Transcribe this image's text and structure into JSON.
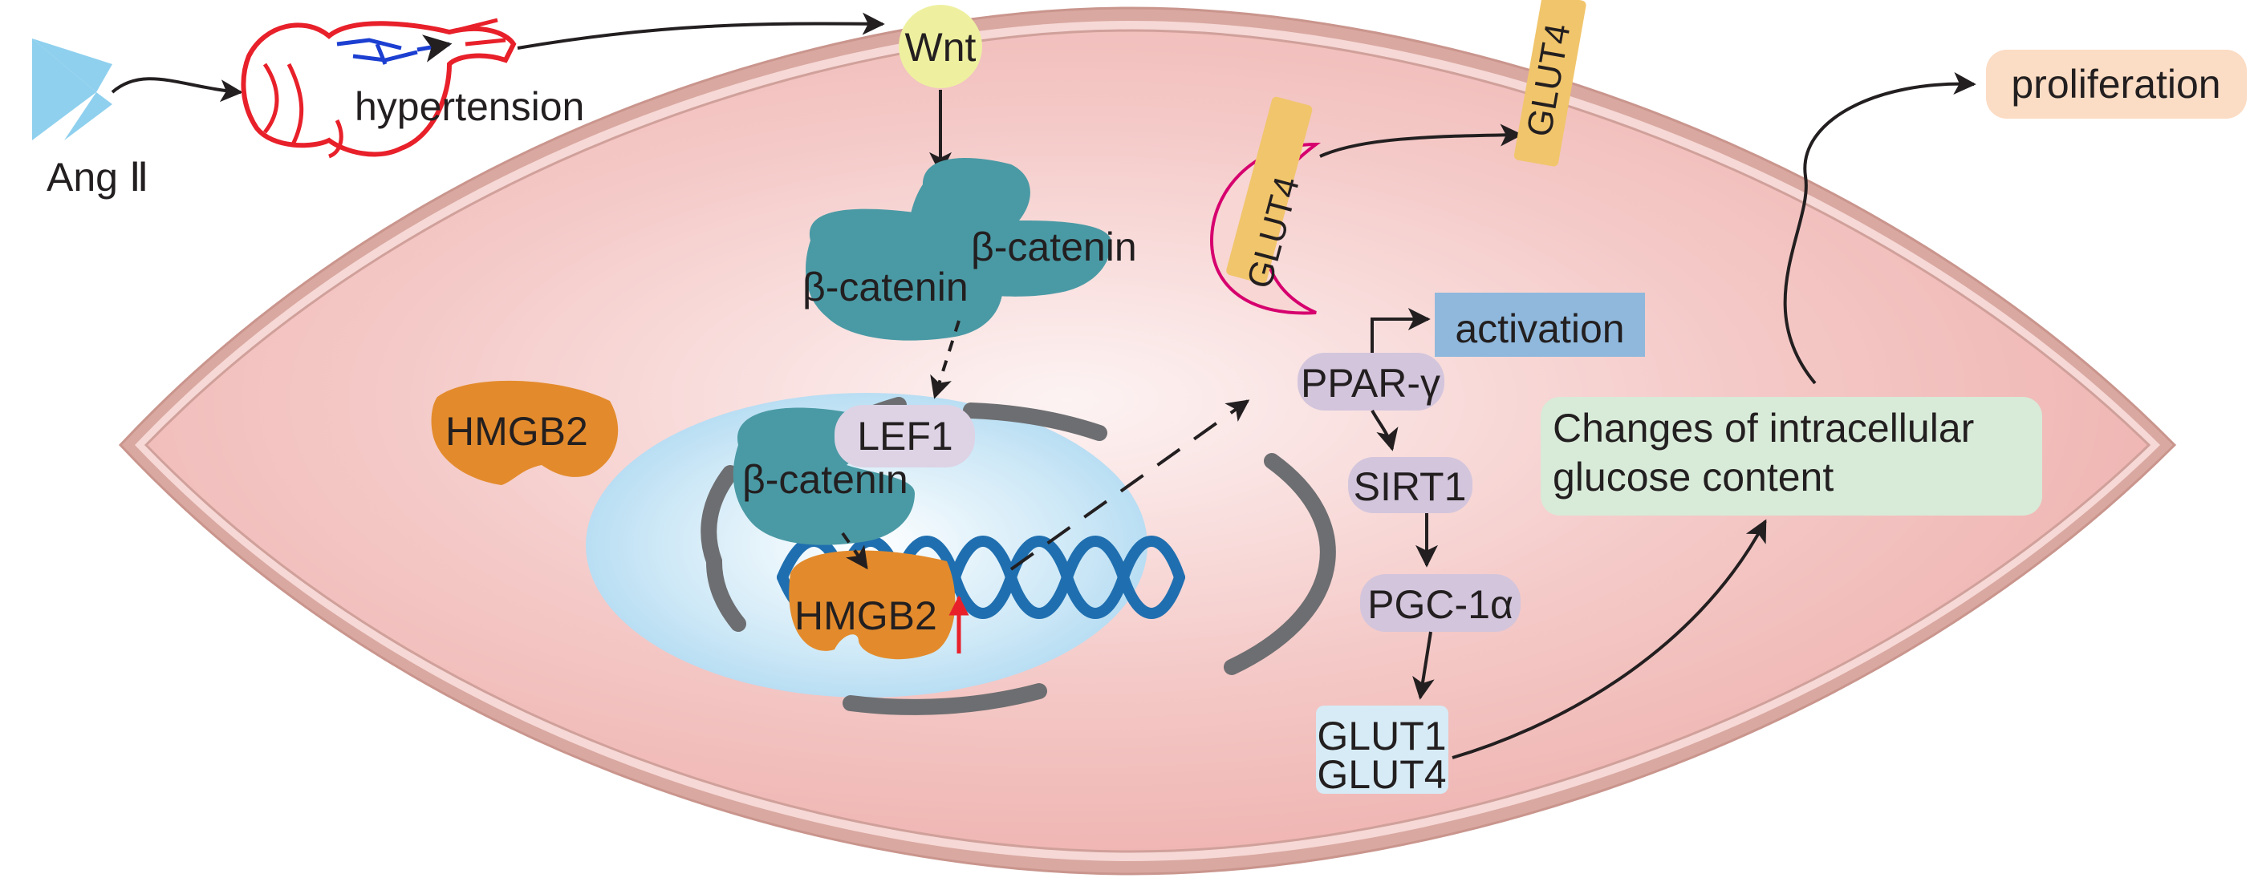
{
  "labels": {
    "ang": "Ang Ⅱ",
    "hypertension": "hypertension",
    "wnt": "Wnt",
    "beta_catenin_top_right": "β-catenin",
    "beta_catenin_top_left": "β-catenin",
    "lef1": "LEF1",
    "beta_catenin_nucleus": "β-catenin",
    "hmgb2_cyto": "HMGB2",
    "hmgb2_nucleus": "HMGB2",
    "glut4_vesicle": "GLUT4",
    "glut4_membrane": "GLUT4",
    "activation": "activation",
    "ppar": "PPAR-γ",
    "sirt1": "SIRT1",
    "pgc": "PGC-1α",
    "glut1": "GLUT1",
    "glut4_box": "GLUT4",
    "glucose_line1": "Changes of intracellular",
    "glucose_line2": "glucose content",
    "proliferation": "proliferation"
  },
  "colors": {
    "cell_fill": "#f2c4c0",
    "cell_border": "#d9a8a0",
    "nucleus_fill": "#cde8f6",
    "nucleus_envelope": "#6d6e71",
    "beta_catenin": "#4a9aa5",
    "hmgb2": "#e38b2c",
    "lef1_box": "#ddd3e5",
    "pathway_box": "#d3c5dc",
    "activation_box": "#8fb8dc",
    "glut_box": "#d6ebf5",
    "glucose_box": "#d8ead8",
    "proliferation_box": "#fbdcc4",
    "glut4_tag": "#f1c56b",
    "vesicle_stroke": "#d6006e",
    "wnt_circle": "#eef0a0",
    "dna": "#1f6fb0",
    "ang_shape": "#8fd0ee",
    "heart": "#e8202a",
    "heart_vessels": "#1c3fd1",
    "upregulation_arrow": "#e8202a"
  }
}
